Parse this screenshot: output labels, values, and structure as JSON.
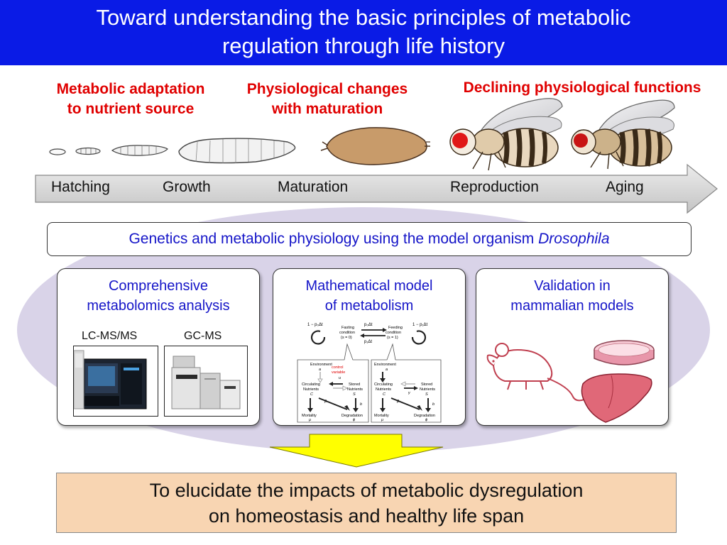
{
  "title": {
    "line1": "Toward understanding the basic principles of metabolic",
    "line2": "regulation through life history"
  },
  "captions": {
    "metabolic_line1": "Metabolic adaptation",
    "metabolic_line2": "to nutrient source",
    "physiological_line1": "Physiological changes",
    "physiological_line2": "with maturation",
    "declining": "Declining physiological functions"
  },
  "stages": [
    "Hatching",
    "Growth",
    "Maturation",
    "Reproduction",
    "Aging"
  ],
  "genetics": {
    "text": "Genetics and metabolic physiology using the model organism ",
    "organism": "Drosophila"
  },
  "panels": {
    "metabolomics": {
      "title_line1": "Comprehensive",
      "title_line2": "metabolomics analysis",
      "instrument1": "LC-MS/MS",
      "instrument2": "GC-MS"
    },
    "math_model": {
      "title_line1": "Mathematical model",
      "title_line2": "of metabolism",
      "fasting_label1": "Fasting",
      "fasting_label2": "condition",
      "fasting_label3": "(s = 0)",
      "feeding_label1": "Feeding",
      "feeding_label2": "condition",
      "feeding_label3": "(s = 1)",
      "p0_rate": "p₀Δt",
      "p1_rate": "p₁Δt",
      "left_loop": "1 − p₀Δt",
      "right_loop": "1 − p₁Δt",
      "environment": "Environment",
      "env_symbol": "a",
      "control": "control",
      "variable": "variable",
      "u_symbol": "u",
      "circulating": "Circulating",
      "nutrients": "Nutrients",
      "stored": "Stored",
      "c_symbol": "C",
      "s_symbol": "S",
      "gamma": "γ",
      "beta": "β",
      "b_symbol": "b",
      "mortality": "Mortality",
      "mu": "μ",
      "degradation": "Degradation",
      "phi": "ϕ"
    },
    "validation": {
      "title_line1": "Validation in",
      "title_line2": "mammalian models"
    }
  },
  "goal": {
    "line1": "To elucidate the impacts of metabolic dysregulation",
    "line2": "on homeostasis and healthy life span"
  },
  "colors": {
    "title_bg": "#0a1be6",
    "caption_red": "#e00000",
    "panel_text_blue": "#1515c8",
    "timeline_gray": "#d6d6d6",
    "ellipse_lavender": "#d9d3e8",
    "goal_bg": "#f8d5b2",
    "arrow_yellow": "#ffff00"
  }
}
